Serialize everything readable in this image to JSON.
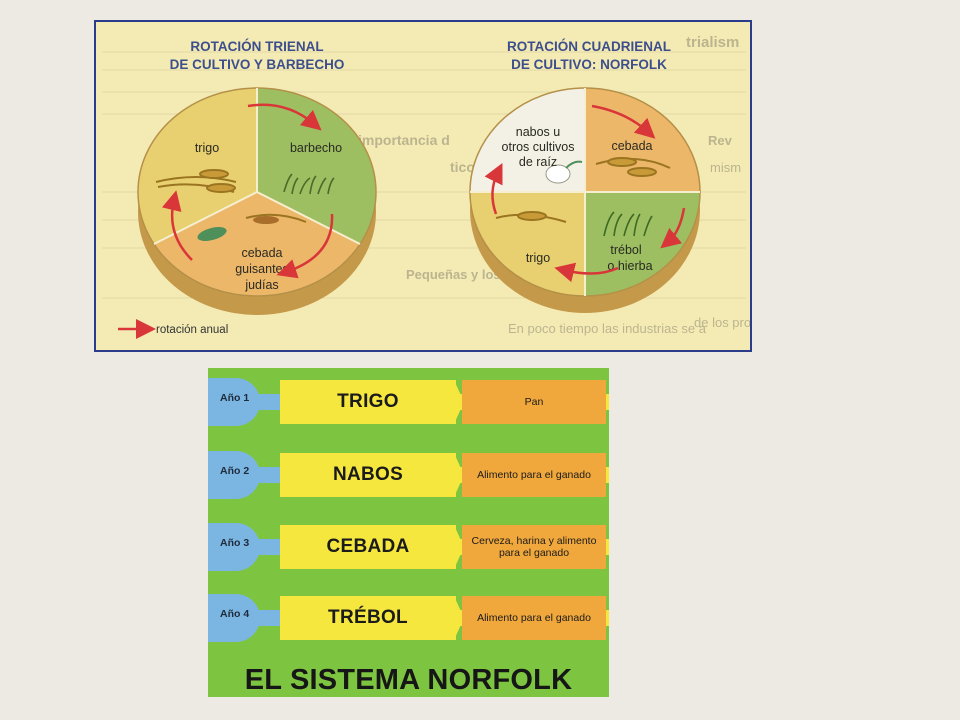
{
  "top_figure": {
    "wheel_left": {
      "title_line1": "ROTACIÓN TRIENAL",
      "title_line2": "DE CULTIVO Y BARBECHO",
      "sectors": {
        "trigo": "trigo",
        "barbecho": "barbecho",
        "cebada1": "cebada",
        "cebada2": "guisantes",
        "cebada3": "judías"
      }
    },
    "wheel_right": {
      "title_line1": "ROTACIÓN CUADRIENAL",
      "title_line2": "DE CULTIVO: NORFOLK",
      "sectors": {
        "nabos1": "nabos u",
        "nabos2": "otros cultivos",
        "nabos3": "de raíz",
        "cebada": "cebada",
        "trebol1": "trébol",
        "trebol2": "o hierba",
        "trigo": "trigo"
      }
    },
    "legend": "rotación anual",
    "bleed_text": {
      "b1": "importancia d",
      "b2": "ticos",
      "b3": "Pequeñas y los b",
      "b4": "trialism",
      "b5": "En poco tiempo las industrias se a",
      "b6": "de los produc",
      "b7": "Rev",
      "b8": "mism"
    },
    "colors": {
      "frame_border": "#2B3C8A",
      "paper": "#F4EBB4",
      "wheat_sector": "#E8D070",
      "green_sector": "#9DBF62",
      "orange_sector": "#EDB76A",
      "white_sector": "#F3F1E6",
      "arrow": "#D9363A"
    }
  },
  "norfolk": {
    "title": "EL SISTEMA NORFOLK",
    "rows": [
      {
        "year": "Año 1",
        "crop": "TRIGO",
        "use": "Pan"
      },
      {
        "year": "Año 2",
        "crop": "NABOS",
        "use": "Alimento para el ganado"
      },
      {
        "year": "Año 3",
        "crop": "CEBADA",
        "use": "Cerveza, harina y alimento para el ganado"
      },
      {
        "year": "Año 4",
        "crop": "TRÉBOL",
        "use": "Alimento para el ganado"
      }
    ],
    "colors": {
      "background": "#7DC540",
      "year": "#7BB6E2",
      "crop": "#F6E73E",
      "use": "#F0A73C"
    }
  }
}
